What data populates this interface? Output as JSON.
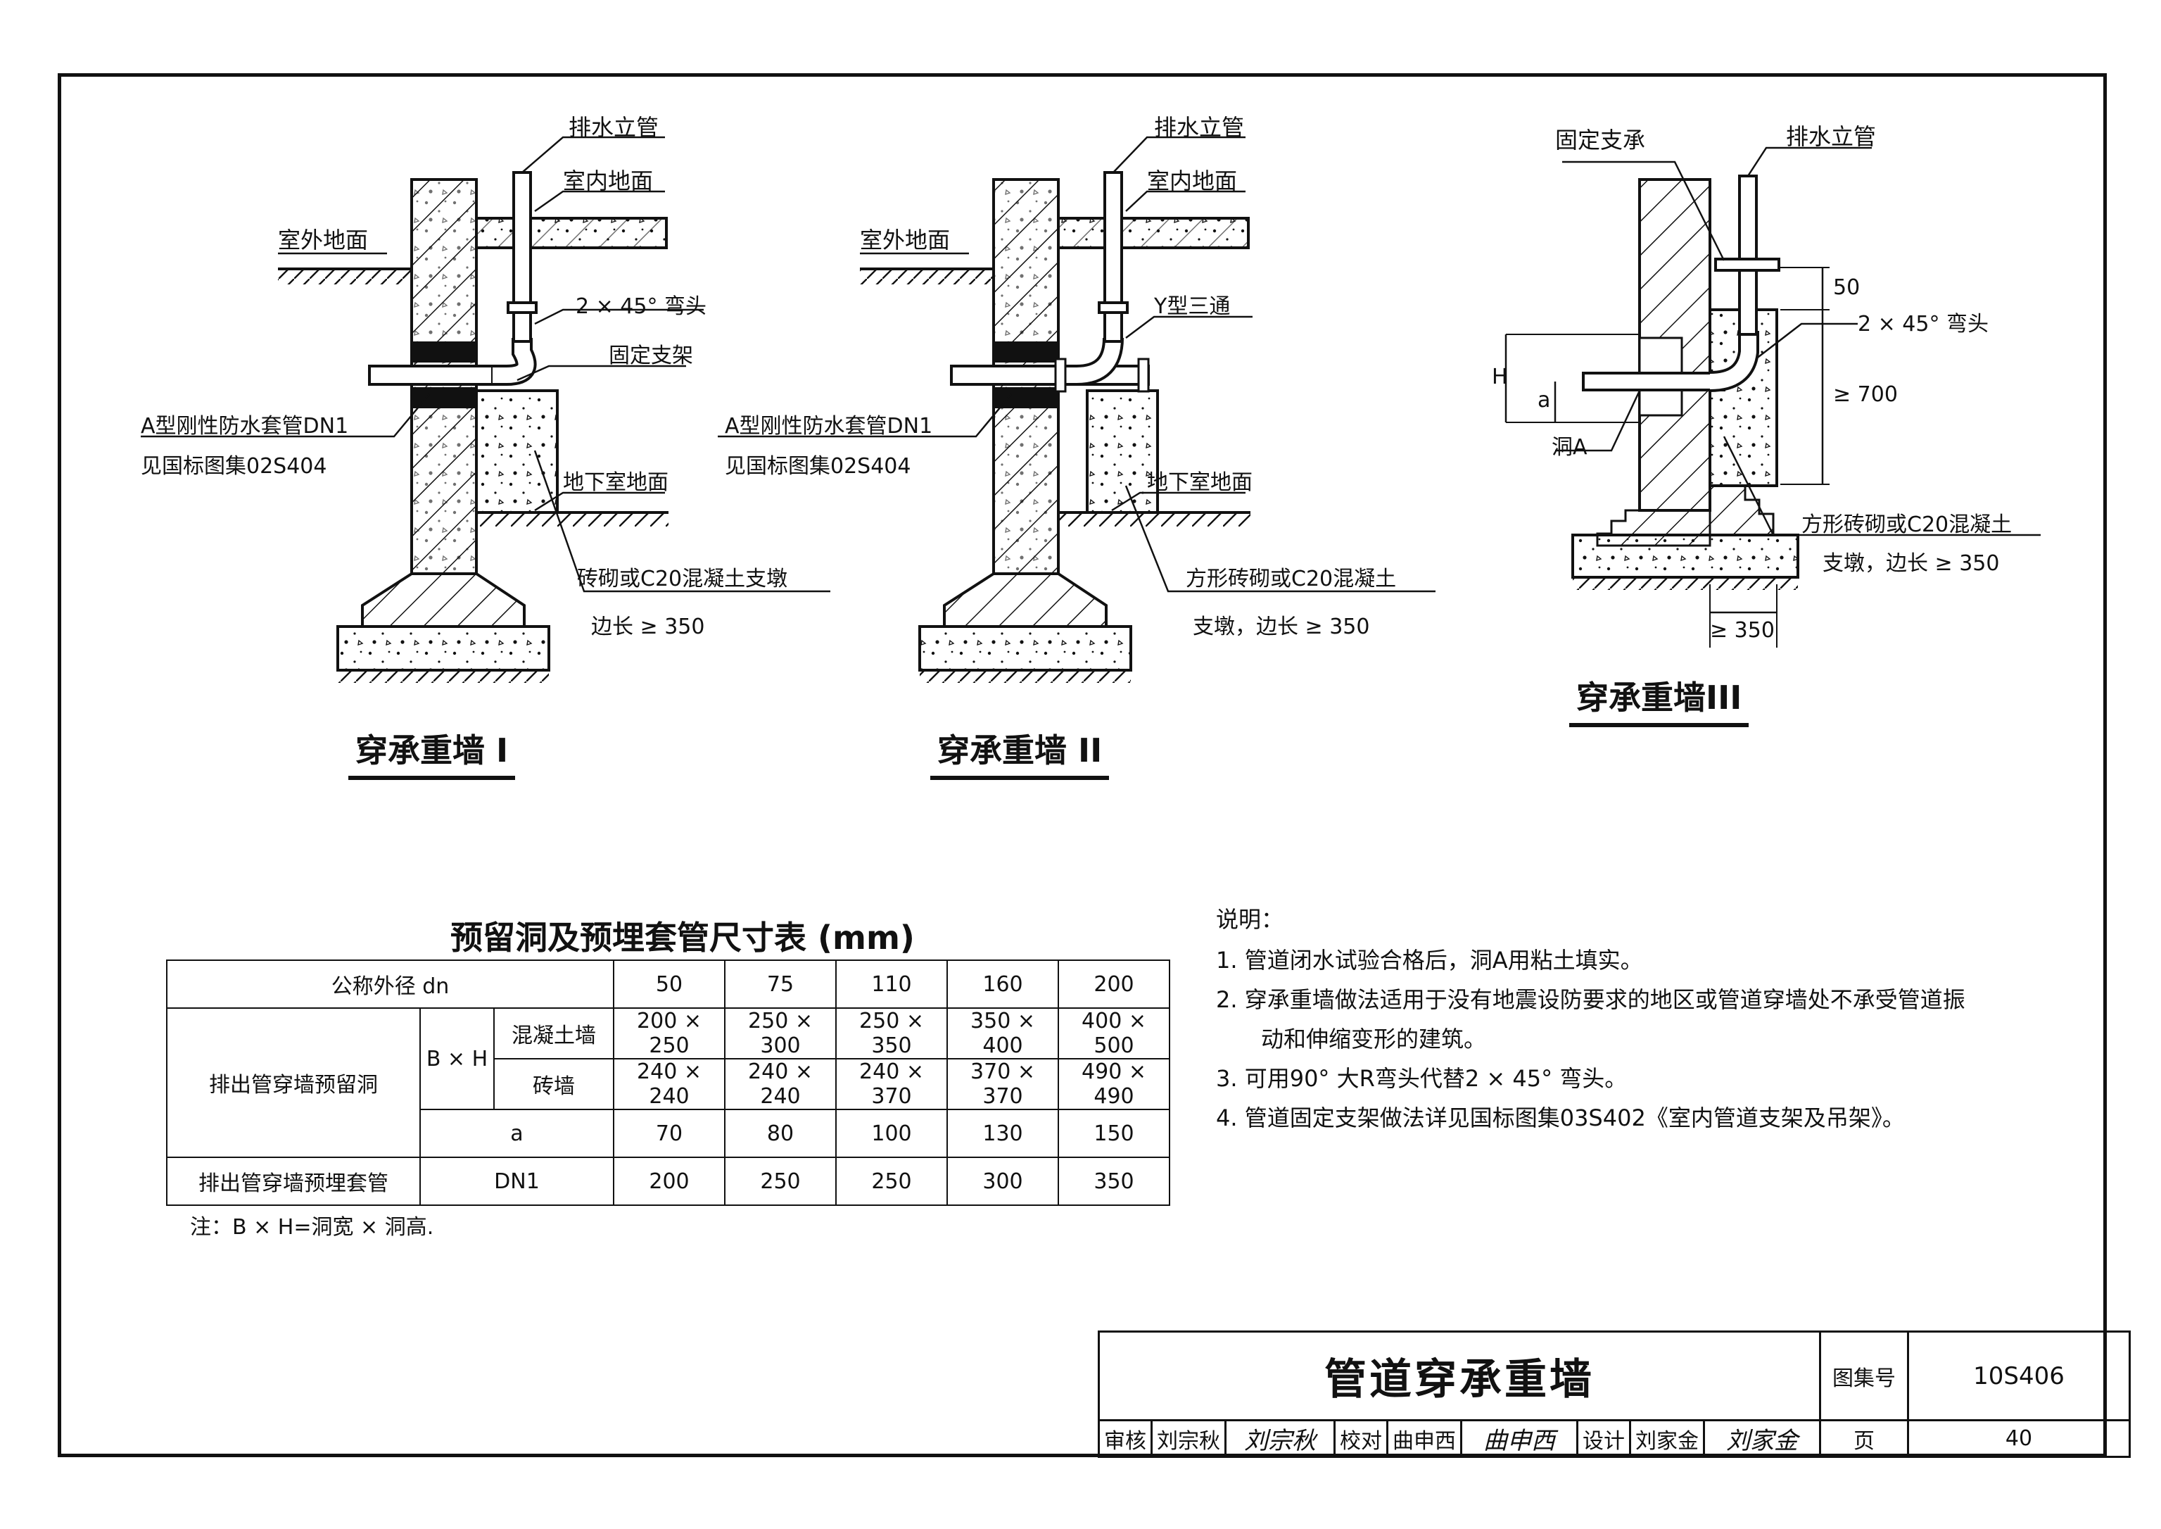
{
  "figure_titles": {
    "wall1": "穿承重墙 I",
    "wall2": "穿承重墙 II",
    "wall3": "穿承重墙III"
  },
  "labels": {
    "drain_riser": "排水立管",
    "indoor_floor": "室内地面",
    "outdoor_ground": "室外地面",
    "elbow_2x45": "2 × 45° 弯头",
    "fixed_bracket": "固定支架",
    "sleeve_a": "A型刚性防水套管DN1",
    "see_standard": "见国标图集02S404",
    "basement_floor": "地下室地面",
    "pier_brick_c20": "砖砌或C20混凝土支墩",
    "side_350": "边长 ≥ 350",
    "y_tee": "Y型三通",
    "square_pier": "方形砖砌或C20混凝土",
    "pier_side_350": "支墩，边长 ≥ 350",
    "fixed_support": "固定支承",
    "hole_a": "洞A",
    "dim_H": "H",
    "dim_a": "a",
    "dim_50": "50",
    "dim_700": "≥ 700",
    "dim_350": "≥ 350",
    "square_pier_3": "方形砖砌或C20混凝土",
    "pier_side_350_3": "支墩，边长 ≥ 350"
  },
  "table": {
    "title": "预留洞及预埋套管尺寸表 (mm)",
    "col_header": "公称外径 dn",
    "sizes": [
      "50",
      "75",
      "110",
      "160",
      "200"
    ],
    "row_group1": "排出管穿墙预留洞",
    "bxh": "B × H",
    "concrete": "混凝土墙",
    "concrete_vals": [
      "200 × 250",
      "250 × 300",
      "250 × 350",
      "350 × 400",
      "400 × 500"
    ],
    "brick": "砖墙",
    "brick_vals": [
      "240 × 240",
      "240 × 240",
      "240 × 370",
      "370 × 370",
      "490 × 490"
    ],
    "a_label": "a",
    "a_vals": [
      "70",
      "80",
      "100",
      "130",
      "150"
    ],
    "row_group2": "排出管穿墙预埋套管",
    "dn1": "DN1",
    "dn1_vals": [
      "200",
      "250",
      "250",
      "300",
      "350"
    ],
    "note": "注：B × H=洞宽 × 洞高."
  },
  "explanation": {
    "heading": "说明：",
    "items": [
      "1.  管道闭水试验合格后，洞A用粘土填实。",
      "2.  穿承重墙做法适用于没有地震设防要求的地区或管道穿墙处不承受管道振动和伸缩变形的建筑。",
      "3.  可用90° 大R弯头代替2 × 45° 弯头。",
      "4.  管道固定支架做法详见国标图集03S402《室内管道支架及吊架》。"
    ]
  },
  "title_block": {
    "drawing_title": "管道穿承重墙",
    "atlas_label": "图集号",
    "atlas_no": "10S406",
    "review": "审核",
    "reviewer": "刘宗秋",
    "reviewer_sig": "刘宗秋",
    "check": "校对",
    "checker": "曲申西",
    "checker_sig": "曲申西",
    "design": "设计",
    "designer": "刘家金",
    "designer_sig": "刘家金",
    "page_label": "页",
    "page_no": "40"
  }
}
